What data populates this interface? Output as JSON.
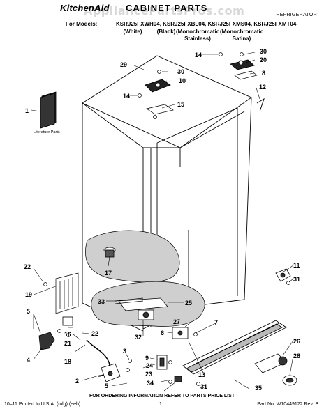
{
  "header": {
    "brand": "KitchenAid",
    "title": "CABINET PARTS",
    "appliance": "REFRIGERATOR",
    "models_label": "For Models:",
    "models": "KSRJ25FXWH04, KSRJ25FXBL04, KSRJ25FXMS04, KSRJ25FXMT04",
    "variants": [
      "(White)",
      "(Black)",
      "(Monochromatic",
      "(Monochromatic"
    ],
    "variant_lines2": [
      "Stainless)",
      "Satina)"
    ],
    "watermark": "AppliancePartsPros.com"
  },
  "literature_label": "Literature Parts",
  "callouts": [
    "1",
    "2",
    "3",
    "4",
    "5",
    "6",
    "7",
    "8",
    "9",
    "10",
    "11",
    "12",
    "13",
    "14",
    "15",
    "16",
    "17",
    "18",
    "19",
    "20",
    "21",
    "22",
    "23",
    "24",
    "25",
    "26",
    "27",
    "28",
    "29",
    "30",
    "31",
    "32",
    "33",
    "34",
    "35"
  ],
  "footer": {
    "note": "FOR ORDERING INFORMATION REFER TO PARTS PRICE LIST",
    "printed": "10–11 Printed In U.S.A. (mlg) (eeb)",
    "page": "1",
    "part_no": "Part No. W10449122 Rev. B"
  }
}
